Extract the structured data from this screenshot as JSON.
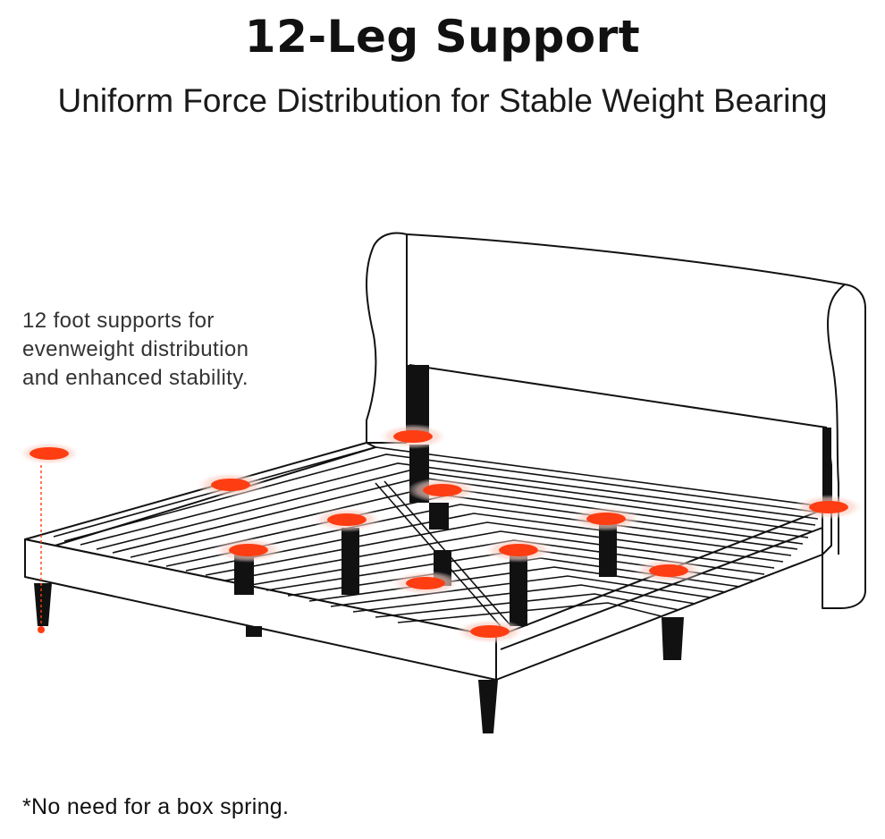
{
  "header": {
    "title": "12-Leg Support",
    "subtitle": "Uniform Force Distribution for Stable Weight Bearing"
  },
  "callout": {
    "lines": [
      "12 foot supports for",
      "evenweight distribution",
      "and enhanced stability."
    ]
  },
  "footnote": "*No need for a box spring.",
  "illustration": {
    "subject": "bed-frame-line-drawing",
    "support_marker_count": 12,
    "colors": {
      "outline": "#111111",
      "leg": "#111111",
      "marker": "#ff3d12",
      "marker_halo": "#f8b5a6"
    }
  }
}
